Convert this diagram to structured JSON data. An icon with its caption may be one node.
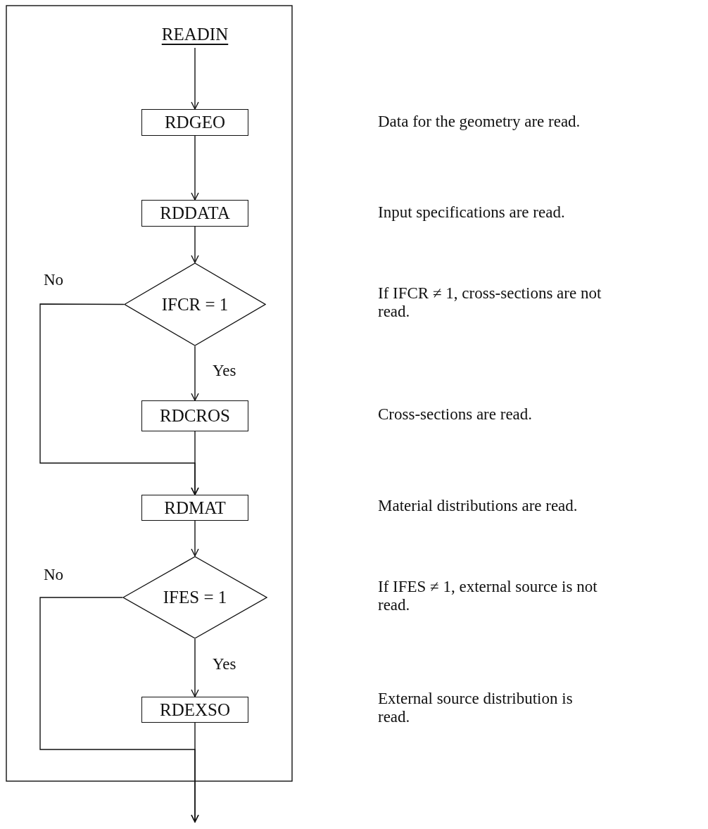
{
  "diagram": {
    "nodes": [
      {
        "text": [
          "READIN"
        ]
      },
      {
        "text": [
          "RDGEO"
        ]
      },
      {
        "text": [
          "RDDATA"
        ]
      },
      {
        "text": [
          "IFCR = 1"
        ]
      },
      {
        "text": [
          "RDCROS"
        ]
      },
      {
        "text": [
          "RDMAT"
        ]
      },
      {
        "text": [
          "IFES = 1"
        ]
      },
      {
        "text": [
          "RDEXSO"
        ]
      }
    ],
    "labels": [
      "Data for the geometry are read.",
      "Input specifications are read.",
      "If IFCR ≠ 1, cross-sections are not read.",
      "Cross-sections are read.",
      "Material distributions are read.",
      "If IFES ≠ 1, external source is not read.",
      "External source distribution is read."
    ],
    "edges": [
      {
        "from": 0,
        "to": 1,
        "arrow": "to"
      },
      {
        "from": 1,
        "to": 2,
        "arrow": "to"
      },
      {
        "from": 2,
        "to": 3,
        "arrow": "to"
      },
      {
        "from": 3,
        "to": 4,
        "arrow": "to",
        "label": "Yes"
      },
      {
        "from": 3,
        "to": 5,
        "arrow": "to",
        "label": "No"
      },
      {
        "from": 4,
        "to": 5,
        "arrow": "to"
      },
      {
        "from": 5,
        "to": 6,
        "arrow": "to"
      },
      {
        "from": 6,
        "to": 7,
        "arrow": "to",
        "label": "Yes"
      },
      {
        "from": 6,
        "to": null,
        "arrow": "to",
        "label": "No"
      },
      {
        "from": 7,
        "to": null,
        "arrow": "to"
      }
    ]
  }
}
